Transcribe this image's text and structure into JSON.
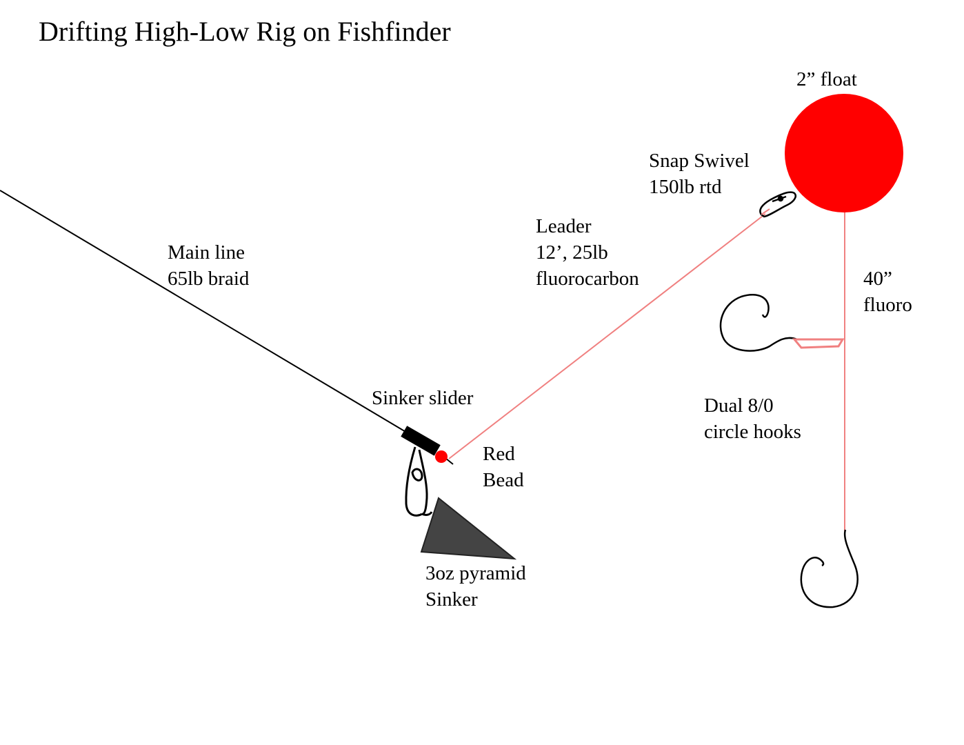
{
  "title": "Drifting High-Low Rig on Fishfinder",
  "labels": {
    "main_line": [
      "Main line",
      "65lb braid"
    ],
    "leader": [
      "Leader",
      "12’, 25lb",
      "fluorocarbon"
    ],
    "snap_swivel": [
      "Snap Swivel",
      "150lb rtd"
    ],
    "float": [
      "2” float"
    ],
    "fluoro": [
      "40”",
      "fluoro"
    ],
    "hooks": [
      "Dual 8/0",
      "circle hooks"
    ],
    "sinker_slider": [
      "Sinker slider"
    ],
    "bead": [
      "Red",
      "Bead"
    ],
    "sinker": [
      "3oz pyramid",
      "Sinker"
    ]
  },
  "colors": {
    "line": "#000000",
    "leader": "#f08080",
    "float": "#ff0000",
    "bead": "#ff0000",
    "sinker": "#444444",
    "hook": "#000000"
  }
}
